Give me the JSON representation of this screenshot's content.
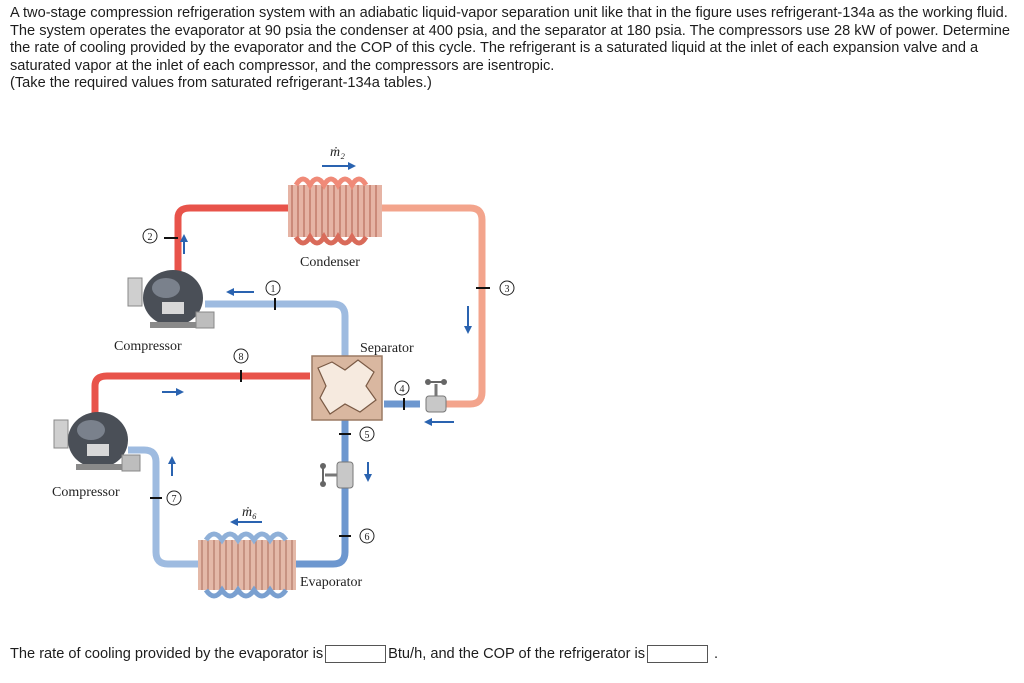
{
  "problem": {
    "paragraph": "A two-stage compression refrigeration system with an adiabatic liquid-vapor separation unit like that in the figure uses refrigerant-134a as the working fluid. The system operates the evaporator at 90 psia the condenser at 400 psia, and the separator at 180 psia. The compressors use 28 kW of power. Determine the rate of cooling provided by the evaporator and the COP of this cycle. The refrigerant is a saturated liquid at the inlet of each expansion valve and a saturated vapor at the inlet of each compressor, and the compressors are isentropic.",
    "note": "(Take the required values from saturated refrigerant-134a tables.)"
  },
  "figure": {
    "labels": {
      "condenser": "Condenser",
      "compressor_top": "Compressor",
      "compressor_bottom": "Compressor",
      "separator": "Separator",
      "evaporator": "Evaporator",
      "m2": "ṁ₂",
      "m6": "ṁ₆"
    },
    "states": [
      "1",
      "2",
      "3",
      "4",
      "5",
      "6",
      "7",
      "8"
    ],
    "colors": {
      "hot_pipe": "#e8534a",
      "warm_pipe": "#f3a48c",
      "cold_pipe": "#8fb0d8",
      "arrow": "#2a63b0"
    }
  },
  "answer": {
    "prefix": "The rate of cooling provided by the evaporator is",
    "unit_middle": "Btu/h, and the COP of the refrigerator is",
    "suffix": ".",
    "cooling_value": "",
    "cop_value": ""
  }
}
